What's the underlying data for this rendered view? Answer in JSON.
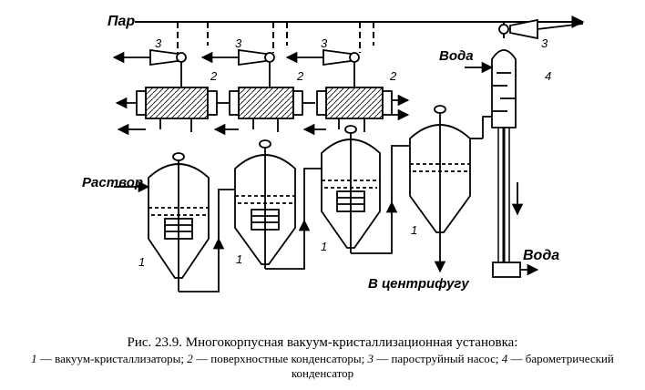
{
  "labels": {
    "steam": "Пар",
    "water_in": "Вода",
    "solution": "Раствор",
    "water_out": "Вода",
    "to_centrifuge": "В центрифугу"
  },
  "callouts": {
    "crystallizer": "1",
    "condenser": "2",
    "ejector": "3",
    "barometric": "4"
  },
  "caption": {
    "title": "Рис. 23.9. Многокорпусная вакуум-кристаллизационная установка:",
    "legend": [
      {
        "num": "1",
        "text": " — вакуум-кристаллизаторы; "
      },
      {
        "num": "2",
        "text": " — поверхностные конденсаторы; "
      },
      {
        "num": "3",
        "text": " — пароструйный насос; "
      },
      {
        "num": "4",
        "text": " — барометрический конденсатор"
      }
    ]
  }
}
